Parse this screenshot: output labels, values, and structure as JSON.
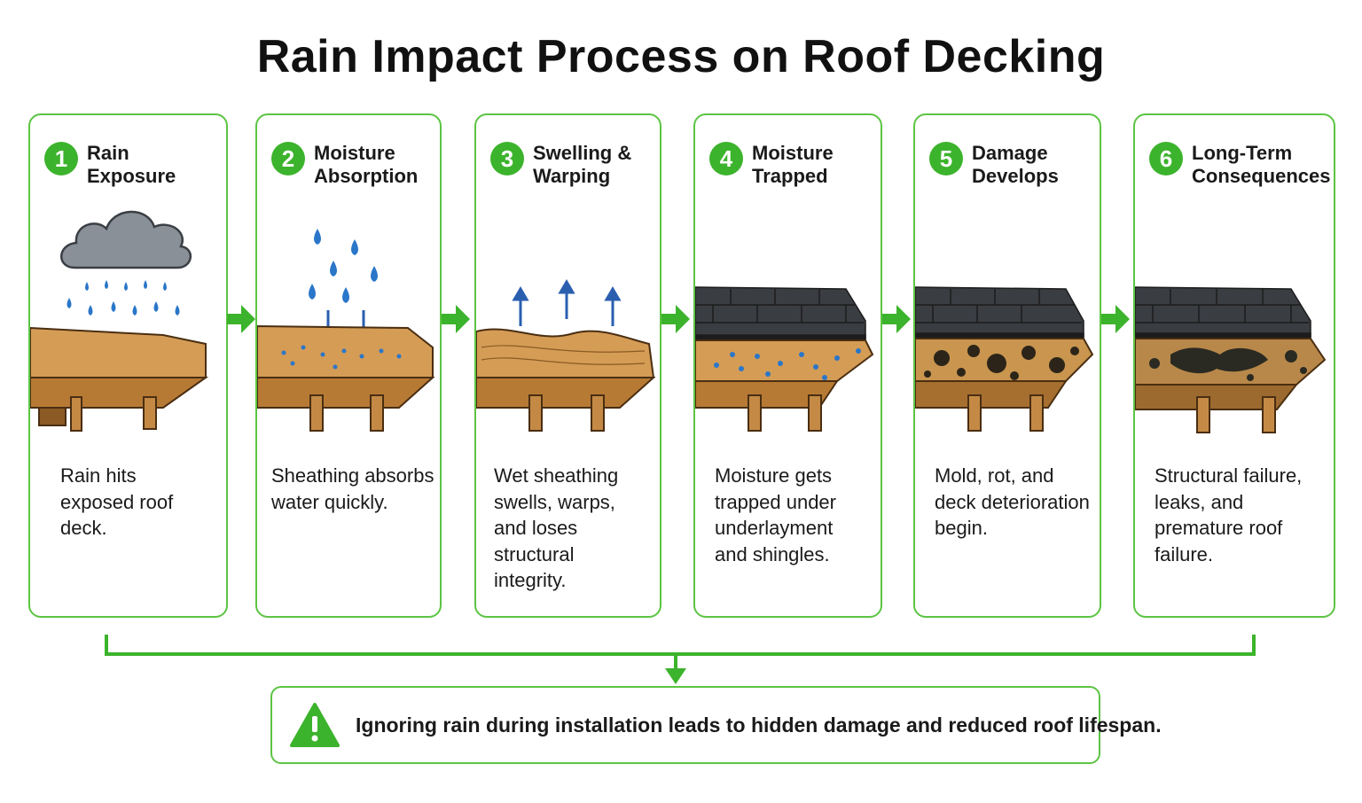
{
  "title": "Rain Impact Process on Roof Decking",
  "accent_color": "#3cb32c",
  "steps": [
    {
      "number": "1",
      "heading": "Rain\nExposure",
      "description": "Rain hits\nexposed roof\ndeck.",
      "icon": "rain-cloud-icon"
    },
    {
      "number": "2",
      "heading": "Moisture\nAbsorption",
      "description": "Sheathing absorbs\nwater quickly.",
      "icon": "water-drops-icon"
    },
    {
      "number": "3",
      "heading": "Swelling &\nWarping",
      "description": "Wet sheathing\nswells, warps,\nand loses\nstructural\nintegrity.",
      "icon": "up-arrows-icon"
    },
    {
      "number": "4",
      "heading": "Moisture\nTrapped",
      "description": "Moisture gets\ntrapped under\nunderlayment\nand shingles.",
      "icon": "shingles-icon"
    },
    {
      "number": "5",
      "heading": "Damage\nDevelops",
      "description": "Mold, rot, and\ndeck deterioration\nbegin.",
      "icon": "mold-spots-icon"
    },
    {
      "number": "6",
      "heading": "Long-Term\nConsequences",
      "description": "Structural failure,\nleaks, and\npremature roof\nfailure.",
      "icon": "rot-damage-icon"
    }
  ],
  "banner": {
    "text": "Ignoring rain during installation leads to hidden damage and reduced roof lifespan.",
    "icon": "warning-icon"
  }
}
